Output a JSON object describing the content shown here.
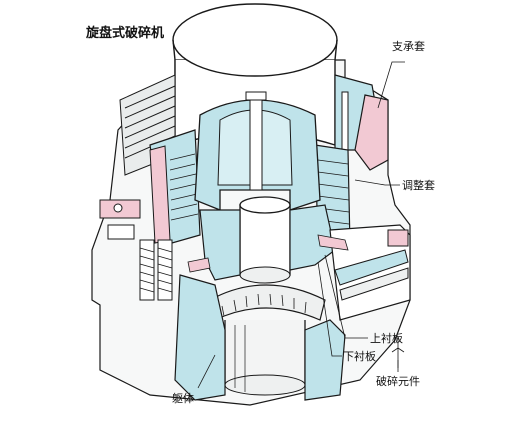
{
  "diagram": {
    "title": "旋盘式破碎机",
    "labels": {
      "support_sleeve": "支承套",
      "adjust_sleeve": "调整套",
      "upper_liner": "上衬板",
      "lower_liner": "下衬板",
      "body": "躯体",
      "crushing_parts": "破碎元件"
    },
    "colors": {
      "section_fill": "#bfe3ea",
      "accent_pink": "#f2c9d3",
      "line": "#1a1a1a",
      "background": "#ffffff"
    }
  }
}
